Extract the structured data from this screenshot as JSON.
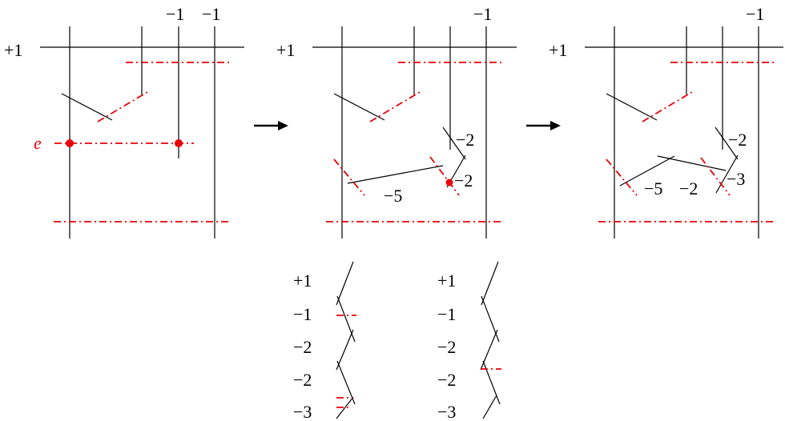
{
  "panels": [
    {
      "top_labels": [
        "−1",
        "−1"
      ],
      "side_label": "+1",
      "edge_label": "e"
    },
    {
      "top_labels": [
        "−1"
      ],
      "side_label": "+1",
      "curve_labels": [
        "−2",
        "−2",
        "−5"
      ]
    },
    {
      "top_labels": [
        "−1"
      ],
      "side_label": "+1",
      "curve_labels": [
        "−2",
        "−3",
        "−5",
        "−2"
      ]
    }
  ],
  "chains": [
    {
      "labels": [
        "+1",
        "−1",
        "−2",
        "−2",
        "−3"
      ]
    },
    {
      "labels": [
        "+1",
        "−1",
        "−2",
        "−2",
        "−3"
      ]
    }
  ],
  "colors": {
    "curve": "#000000",
    "exceptional": "#e8000b"
  }
}
